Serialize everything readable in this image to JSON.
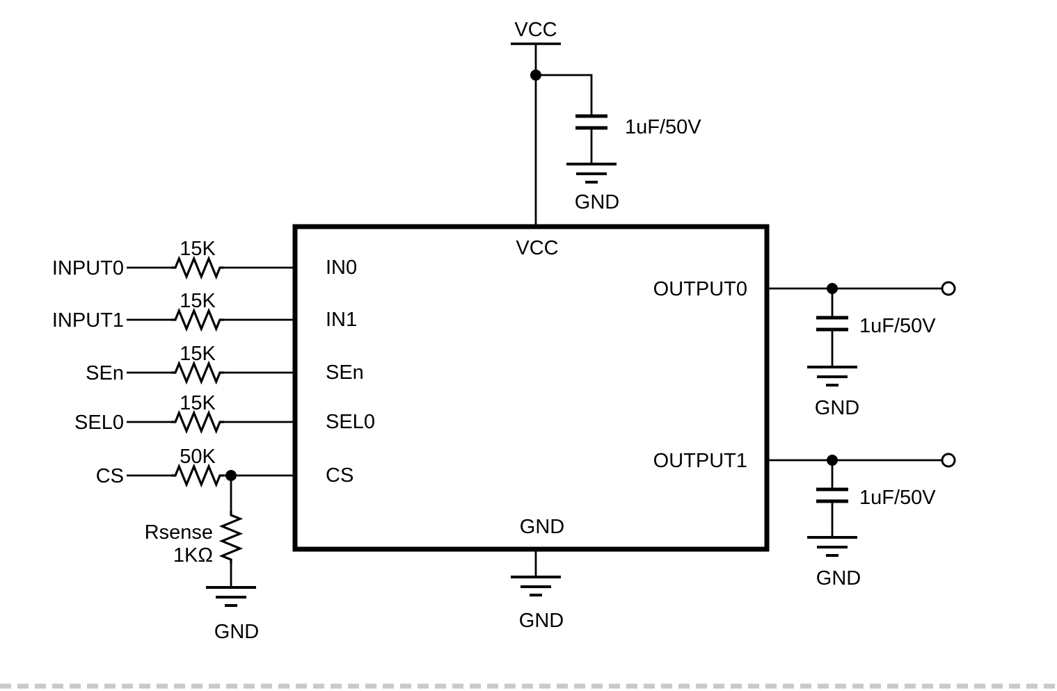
{
  "colors": {
    "wire": "#000000",
    "background": "#ffffff"
  },
  "power": {
    "rail_label": "VCC",
    "cap_value": "1uF/50V",
    "gnd_label": "GND"
  },
  "ic": {
    "pins": {
      "vcc": "VCC",
      "in0": "IN0",
      "in1": "IN1",
      "sen": "SEn",
      "sel0": "SEL0",
      "cs": "CS",
      "gnd": "GND",
      "out0": "OUTPUT0",
      "out1": "OUTPUT1"
    }
  },
  "inputs": [
    {
      "net": "INPUT0",
      "resistor": "15K"
    },
    {
      "net": "INPUT1",
      "resistor": "15K"
    },
    {
      "net": "SEn",
      "resistor": "15K"
    },
    {
      "net": "SEL0",
      "resistor": "15K"
    },
    {
      "net": "CS",
      "resistor": "50K"
    }
  ],
  "sense_resistor": {
    "name": "Rsense",
    "value": "1KΩ",
    "gnd_label": "GND"
  },
  "ic_gnd_label": "GND",
  "outputs": [
    {
      "cap_value": "1uF/50V",
      "gnd_label": "GND"
    },
    {
      "cap_value": "1uF/50V",
      "gnd_label": "GND"
    }
  ]
}
